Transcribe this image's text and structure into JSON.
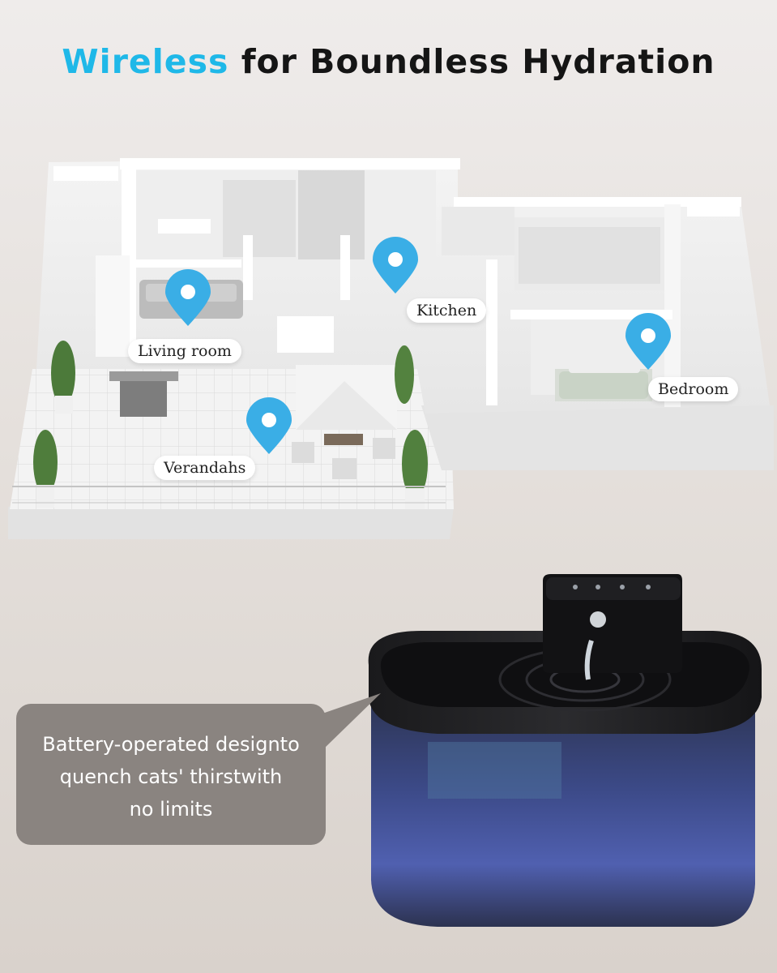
{
  "headline": {
    "accent_word": "Wireless",
    "rest": "for Boundless Hydration"
  },
  "locations": [
    {
      "id": "living-room",
      "label": "Living room"
    },
    {
      "id": "kitchen",
      "label": "Kitchen"
    },
    {
      "id": "bedroom",
      "label": "Bedroom"
    },
    {
      "id": "verandahs",
      "label": "Verandahs"
    }
  ],
  "callout": {
    "line1": "Battery-operated designto",
    "line2": "quench cats' thirstwith",
    "line3": "no limits"
  },
  "colors": {
    "accent": "#1fb8e8",
    "pin": "#3aaee6",
    "callout_bg": "#8a8480",
    "fountain_body": "#3a4a86"
  },
  "icons": {
    "pin": "map-pin-icon",
    "product": "pet-water-fountain"
  }
}
